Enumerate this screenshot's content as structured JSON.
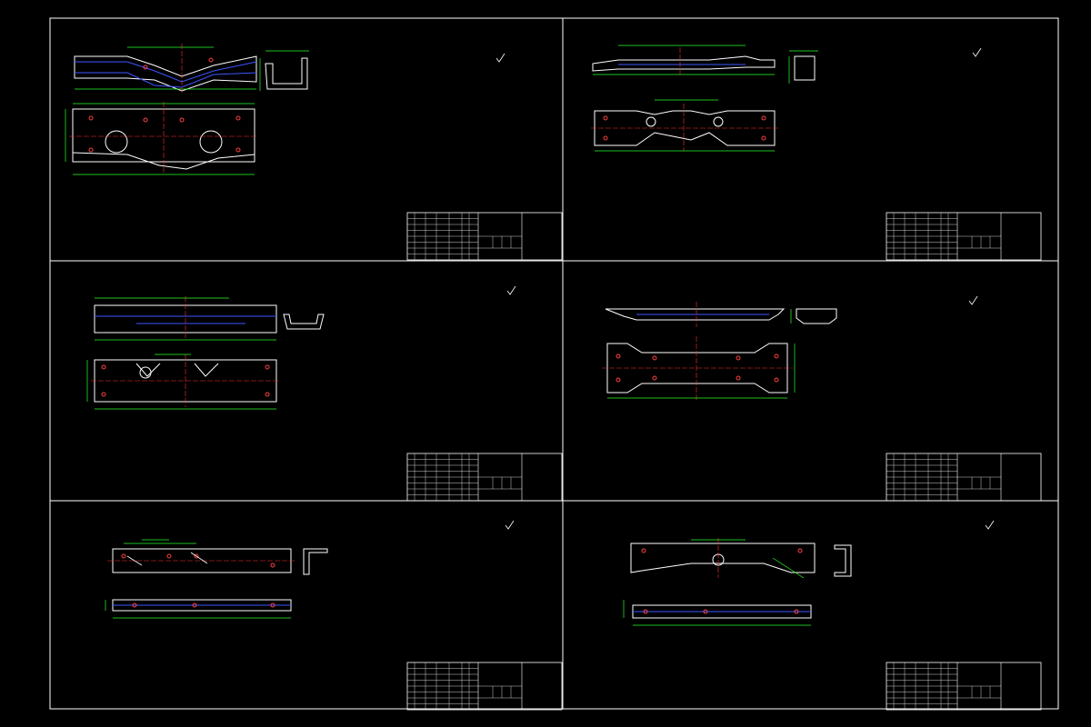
{
  "colors": {
    "background": "#000000",
    "frame": "#ffffff",
    "part_outline": "#ffffff",
    "dimension": "#27ff27",
    "center_line": "#ff3030",
    "hidden_line": "#3b56ff",
    "hole": "#ff4040",
    "requirements_heading": "#fff14a",
    "requirements_text": "#6cff4a"
  },
  "sheets": [
    {
      "id": "sheet-1",
      "title": "",
      "roughness": "",
      "requirements_heading": "",
      "requirements": [
        "",
        "",
        ""
      ],
      "icons": [
        "roughness-symbol-icon"
      ]
    },
    {
      "id": "sheet-2",
      "title": "",
      "roughness": "",
      "requirements_heading": "",
      "requirements": [
        "",
        "",
        ""
      ],
      "icons": [
        "roughness-symbol-icon"
      ]
    },
    {
      "id": "sheet-3",
      "title": "",
      "roughness": "",
      "requirements_heading": "",
      "requirements": [
        "",
        "",
        ""
      ],
      "icons": [
        "roughness-symbol-icon"
      ]
    },
    {
      "id": "sheet-4",
      "title": "",
      "roughness": "",
      "requirements_heading": "",
      "requirements": [
        "",
        "",
        ""
      ],
      "icons": [
        "roughness-symbol-icon"
      ]
    },
    {
      "id": "sheet-5",
      "title": "",
      "roughness": "",
      "requirements_heading": "",
      "requirements": [
        "",
        "",
        ""
      ],
      "icons": [
        "roughness-symbol-icon"
      ]
    },
    {
      "id": "sheet-6",
      "title": "",
      "roughness": "",
      "requirements_heading": "",
      "requirements": [
        "",
        "",
        ""
      ],
      "icons": [
        "roughness-symbol-icon"
      ]
    }
  ]
}
